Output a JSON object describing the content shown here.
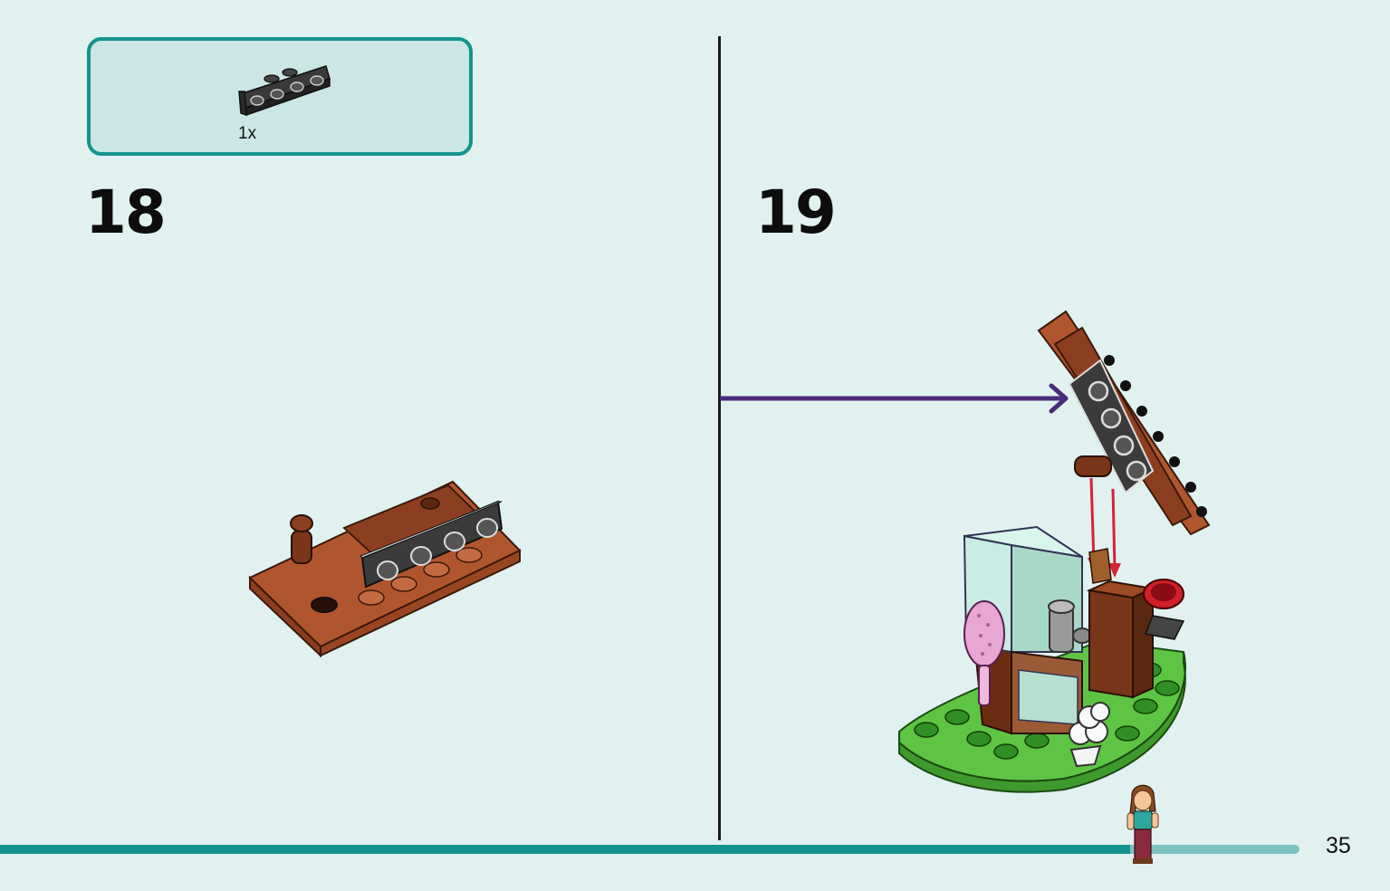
{
  "parts_callout": {
    "quantity": "1x",
    "part_icon": "bracket-plate-1x4-dark-gray"
  },
  "steps": [
    {
      "number": "18"
    },
    {
      "number": "19"
    }
  ],
  "progress": {
    "fraction": 0.87
  },
  "page_number": "35",
  "colors": {
    "background": "#e0f1f0",
    "accent": "#13938f",
    "arrow": "#4a2a7a",
    "down_arrow": "#d5243a"
  }
}
